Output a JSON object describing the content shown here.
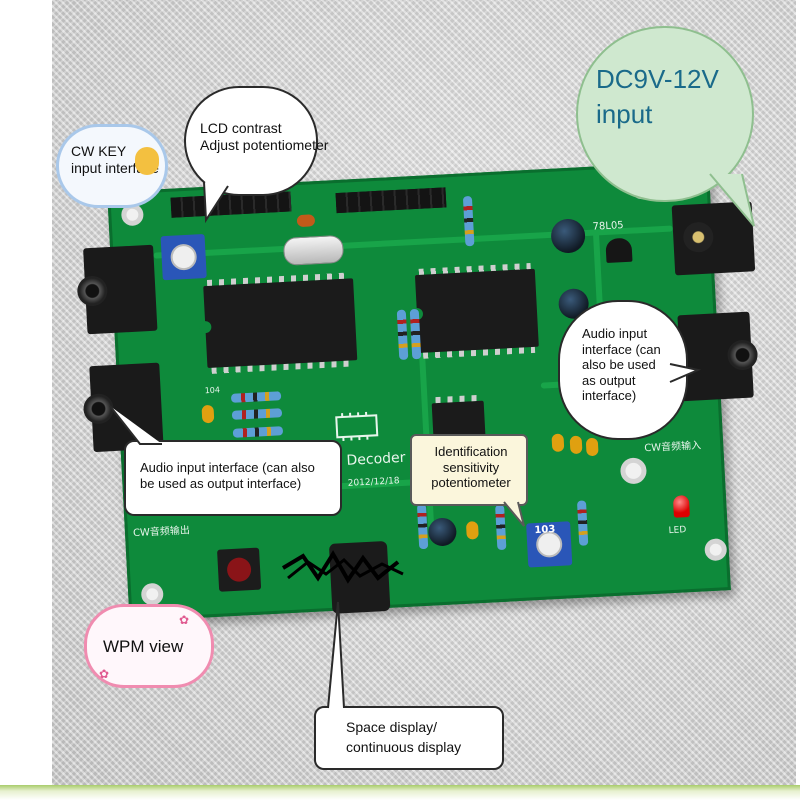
{
  "callouts": {
    "cw_key": "CW KEY\ninput interface",
    "lcd_contrast": "LCD contrast\nAdjust potentiometer",
    "dc_input": "DC9V-12V\ninput",
    "audio_right": "Audio input\ninterface (can\nalso be used\nas output\ninterface)",
    "audio_left": "Audio input interface (can also\nbe used as output interface)",
    "identification": "Identification\nsensitivity\npotentiometer",
    "wpm_view": "WPM view",
    "space_display": "Space display/\ncontinuous display"
  },
  "board_silkscreen": {
    "decoder_label": "Decoder",
    "date_label": "2012/12/18",
    "cw_in_label": "CW音频输入",
    "cw_out_label": "CW音频输出",
    "regulator_label": "78L05",
    "cap_code": "104",
    "pot_code": "103",
    "led_label": "LED"
  },
  "colors": {
    "pcb": "#0e8a3b",
    "dc_bubble": "#cfe8cf",
    "wpm_bubble_border": "#f08cb0",
    "identification_bubble": "#fbf6dc"
  }
}
